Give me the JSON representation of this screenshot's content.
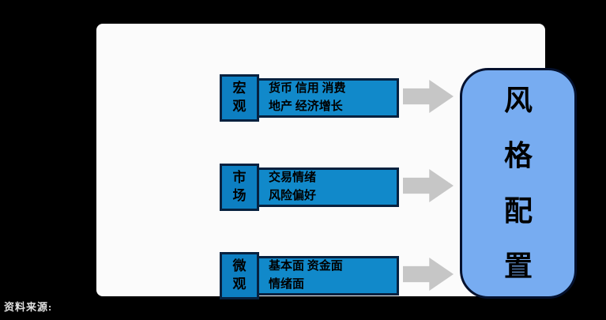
{
  "rows": [
    {
      "label": "宏\n观",
      "content": "货币 信用 消费\n地产 经济增长"
    },
    {
      "label": "市\n场",
      "content": "交易情绪\n风险偏好"
    },
    {
      "label": "微\n观",
      "content": "基本面 资金面\n情绪面"
    }
  ],
  "result": {
    "title": "风\n格\n配\n置"
  },
  "footer": {
    "source_label": "资料来源:"
  },
  "colors": {
    "label_box_blue": "#0d7fc2",
    "content_box_blue": "#1189ca",
    "result_box_blue": "#77acf1",
    "box_border": "#07213f",
    "arrow_gray": "#c6c6c6",
    "panel_background": "#fbfbfb",
    "page_background": "#000000"
  }
}
